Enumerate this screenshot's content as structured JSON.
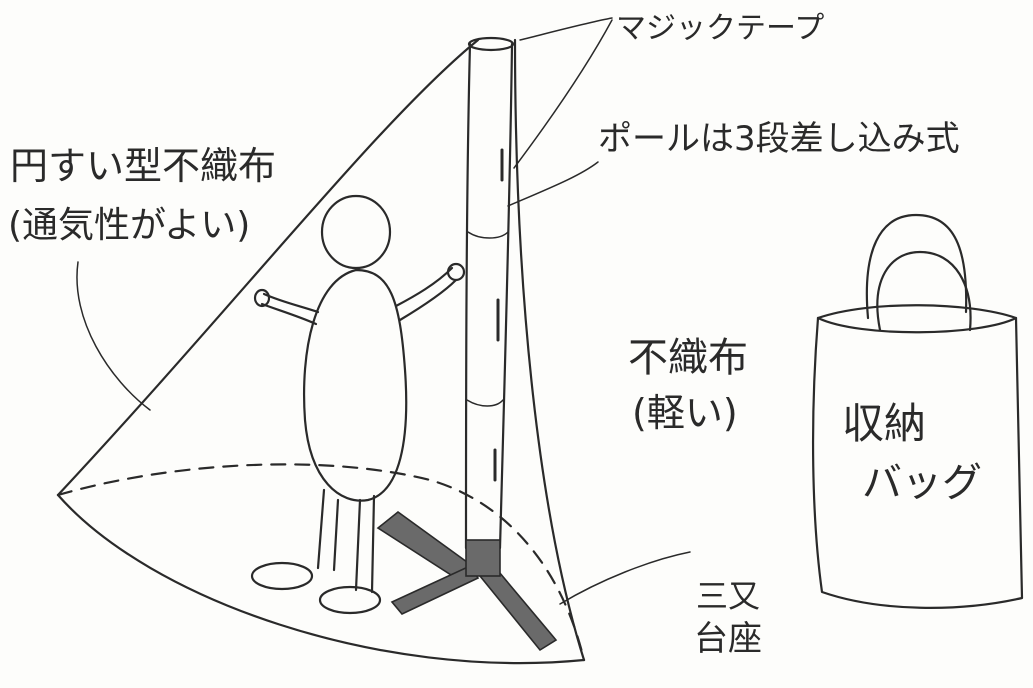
{
  "labels": {
    "magic_tape": "マジックテープ",
    "pole": "ポールは3段差し込み式",
    "cone_line1": "円すい型不織布",
    "cone_line2": "(通気性がよい)",
    "nonwoven_line1": "不織布",
    "nonwoven_line2": "(軽い)",
    "bag_line1": "収納",
    "bag_line2": "バッグ",
    "base_line1": "三又",
    "base_line2": "台座"
  }
}
